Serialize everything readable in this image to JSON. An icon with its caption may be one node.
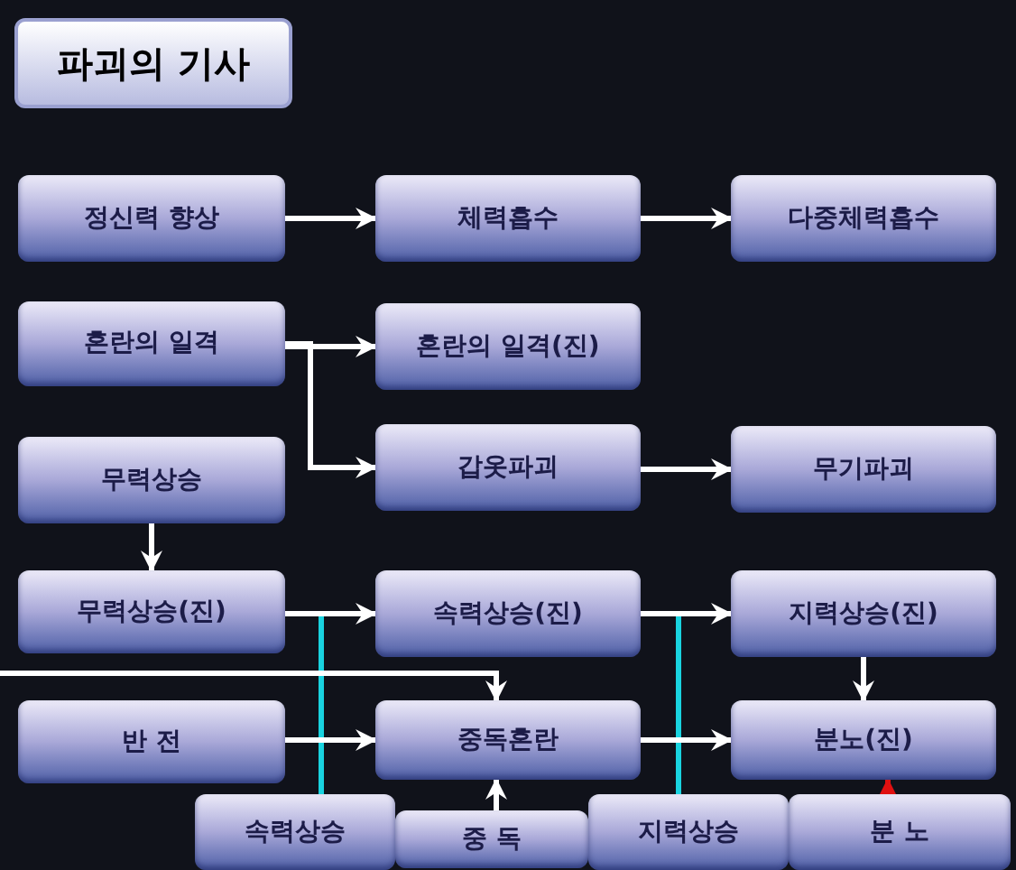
{
  "diagram": {
    "title": "파괴의 기사",
    "nodes": [
      {
        "text": [
          "정신력 향상"
        ]
      },
      {
        "text": [
          "체력흡수"
        ]
      },
      {
        "text": [
          "다중체력흡수"
        ]
      },
      {
        "text": [
          "혼란의 일격"
        ]
      },
      {
        "text": [
          "혼란의 일격(진)"
        ]
      },
      {
        "text": [
          "무력상승"
        ]
      },
      {
        "text": [
          "갑옷파괴"
        ]
      },
      {
        "text": [
          "무기파괴"
        ]
      },
      {
        "text": [
          "무력상승(진)"
        ]
      },
      {
        "text": [
          "속력상승(진)"
        ]
      },
      {
        "text": [
          "지력상승(진)"
        ]
      },
      {
        "text": [
          "반 전"
        ]
      },
      {
        "text": [
          "중독혼란"
        ]
      },
      {
        "text": [
          "분노(진)"
        ]
      },
      {
        "text": [
          "속력상승"
        ]
      },
      {
        "text": [
          "지력상승"
        ]
      },
      {
        "text": [
          "분 노"
        ]
      },
      {
        "text": [
          "중 독"
        ]
      }
    ],
    "edges": [
      {
        "from": 0,
        "to": 1,
        "arrow": "to"
      },
      {
        "from": 1,
        "to": 2,
        "arrow": "to"
      },
      {
        "from": 3,
        "to": 4,
        "arrow": "to"
      },
      {
        "from": 3,
        "to": 6,
        "arrow": "to"
      },
      {
        "from": 6,
        "to": 7,
        "arrow": "to"
      },
      {
        "from": 5,
        "to": 8,
        "arrow": "to"
      },
      {
        "from": 8,
        "to": 9,
        "arrow": "to"
      },
      {
        "from": 9,
        "to": 10,
        "arrow": "to"
      },
      {
        "from": 10,
        "to": 13,
        "arrow": "to"
      },
      {
        "from": 11,
        "to": 12,
        "arrow": "to"
      },
      {
        "from": 12,
        "to": 13,
        "arrow": "to"
      },
      {
        "from": null,
        "to": 12,
        "arrow": "to"
      },
      {
        "from": 17,
        "to": 12,
        "arrow": "to"
      },
      {
        "from": 14,
        "to": 8,
        "arrow": "none",
        "color": "#19d3e0"
      },
      {
        "from": 15,
        "to": 9,
        "arrow": "none",
        "color": "#19d3e0"
      },
      {
        "from": 16,
        "to": 13,
        "arrow": "to",
        "color": "#e01010"
      }
    ]
  }
}
